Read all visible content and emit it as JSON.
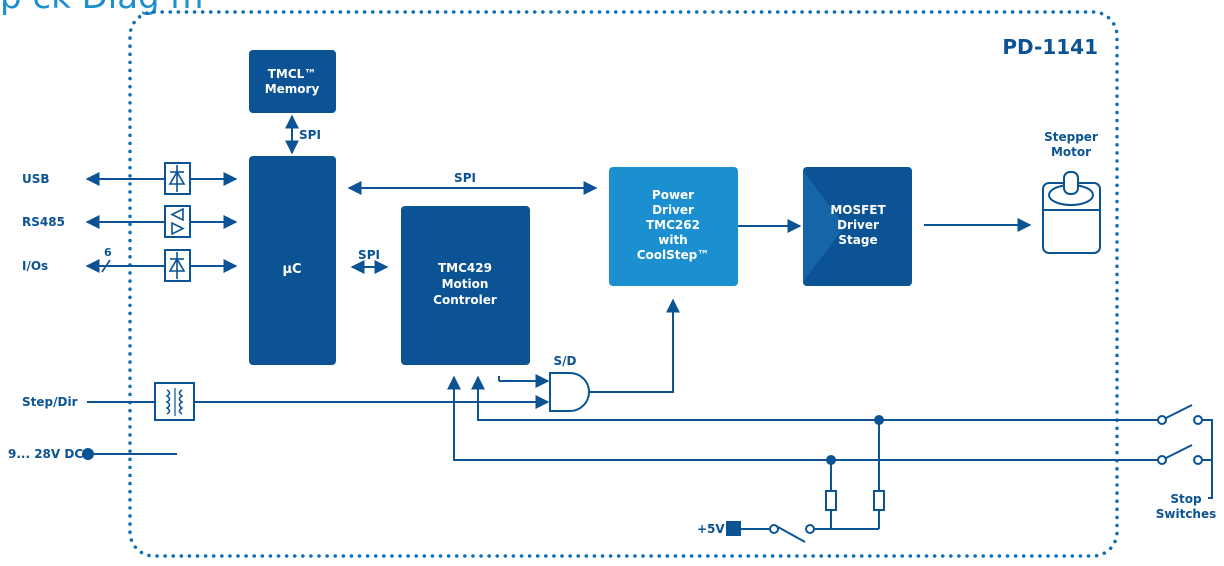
{
  "title_fragment": "    p    ck   Diag   m",
  "colors": {
    "dark_blue": "#0b5394",
    "light_blue": "#1b8fd0",
    "mid_blue": "#0e6fb4"
  },
  "board": {
    "name": "PD-1141"
  },
  "blocks": {
    "memory": {
      "line1": "TMCL™",
      "line2": "Memory"
    },
    "uc": {
      "label": "µC"
    },
    "motion": {
      "line1": "TMC429",
      "line2": "Motion",
      "line3": "Controler"
    },
    "power": {
      "line1": "Power",
      "line2": "Driver",
      "line3": "TMC262",
      "line4": "with",
      "line5": "CoolStep™"
    },
    "mosfet": {
      "line1": "MOSFET",
      "line2": "Driver",
      "line3": "Stage"
    }
  },
  "signals": {
    "spi_memory": "SPI",
    "spi_bus": "SPI",
    "spi_motion": "SPI",
    "sd": "S/D",
    "io_count": "6"
  },
  "ports": {
    "usb": "USB",
    "rs485": "RS485",
    "ios": "I/Os",
    "stepdir": "Step/Dir",
    "power_in": "9... 28V DC",
    "plus5v": "+5V"
  },
  "motor": {
    "line1": "Stepper",
    "line2": "Motor",
    "icon": "stepper-motor-icon"
  },
  "switches": {
    "line1": "Stop",
    "line2": "Switches"
  }
}
